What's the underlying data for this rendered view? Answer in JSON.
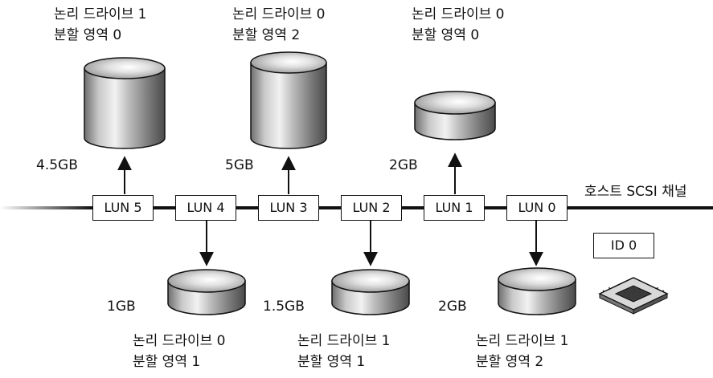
{
  "channel_label": "호스트 SCSI 채널",
  "controller_id": "ID 0",
  "luns": [
    {
      "name": "LUN 5",
      "size": "4.5GB",
      "drive": "논리 드라이브 1",
      "partition": "분할 영역 0"
    },
    {
      "name": "LUN 4",
      "size": "1GB",
      "drive": "논리 드라이브 0",
      "partition": "분할 영역 1"
    },
    {
      "name": "LUN 3",
      "size": "5GB",
      "drive": "논리 드라이브 0",
      "partition": "분할 영역 2"
    },
    {
      "name": "LUN 2",
      "size": "1.5GB",
      "drive": "논리 드라이브 1",
      "partition": "분할 영역 1"
    },
    {
      "name": "LUN 1",
      "size": "2GB",
      "drive": "논리 드라이브 0",
      "partition": "분할 영역 0"
    },
    {
      "name": "LUN 0",
      "size": "2GB",
      "drive": "논리 드라이브 1",
      "partition": "분할 영역 2"
    }
  ]
}
